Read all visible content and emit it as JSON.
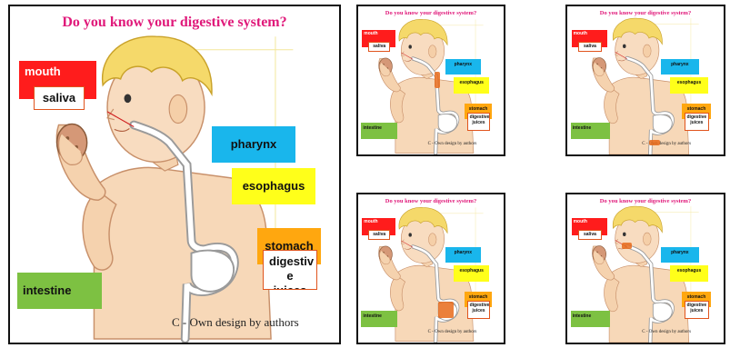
{
  "title": "Do you know your digestive system?",
  "labels": {
    "mouth": "mouth",
    "saliva": "saliva",
    "pharynx": "pharynx",
    "esophagus": "esophagus",
    "stomach": "stomach",
    "digestive_juices_large": "digestiv e juices",
    "digestive_juices_small": "digestive juices",
    "intestine": "intestine"
  },
  "credit": "C -  Own design by authors",
  "colors": {
    "title": "#e0197a",
    "mouth": "#ff1c1c",
    "pharynx": "#19b6ec",
    "esophagus": "#ffff1a",
    "stomach": "#ffa70f",
    "intestine": "#7dc142",
    "highlight": "#e86a1a"
  },
  "panels": [
    {
      "name": "main-panel",
      "highlight": "none"
    },
    {
      "name": "panel-esophagus-highlight",
      "highlight": "esophagus"
    },
    {
      "name": "panel-intestine-highlight",
      "highlight": "intestine"
    },
    {
      "name": "panel-stomach-highlight",
      "highlight": "stomach"
    },
    {
      "name": "panel-mouth-highlight",
      "highlight": "mouth"
    }
  ]
}
